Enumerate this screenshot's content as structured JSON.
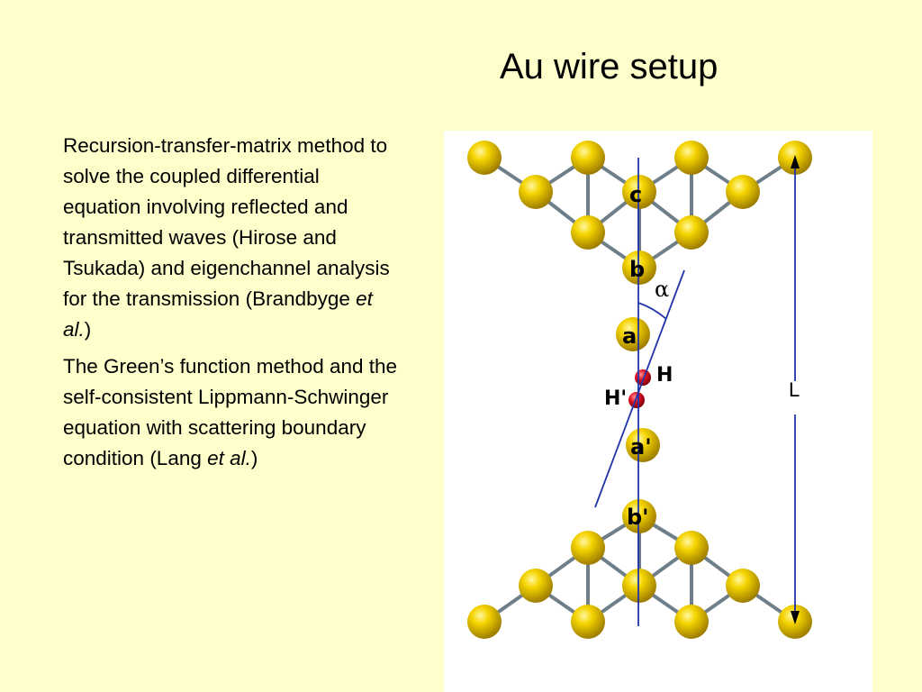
{
  "slide": {
    "title": "Au wire setup",
    "paragraph1": {
      "main": "Recursion-transfer-matrix method to solve the coupled differential equation involving reflected and transmitted waves (Hirose and Tsukada) and eigenchannel analysis for the transmission (Brandbyge ",
      "italic": "et al.",
      "end": ")"
    },
    "paragraph2": {
      "main": "The Green’s function method and the self-consistent Lippmann-Schwinger equation with scattering boundary condition (Lang ",
      "italic": "et al.",
      "end": ")"
    }
  },
  "diagram": {
    "atom_labels": {
      "c": "c",
      "b": "b",
      "a": "a",
      "h": "H",
      "h_prime": "H'",
      "a_prime": "a'",
      "b_prime": "b'"
    },
    "angle_label": "α",
    "length_label": "L",
    "colors": {
      "gold_atom": "#f5d000",
      "gold_atom_edge": "#8a7200",
      "hydrogen_atom": "#d81020",
      "bond": "#6f7f8a",
      "axis_line": "#2233aa"
    }
  }
}
